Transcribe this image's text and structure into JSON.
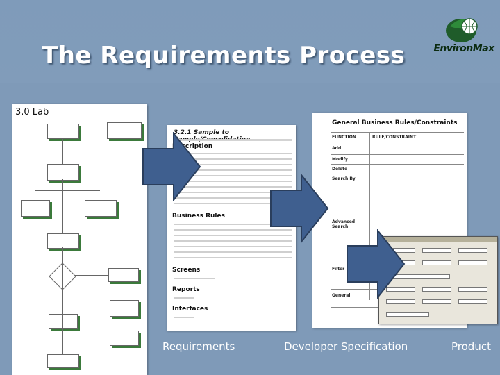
{
  "slide": {
    "title": "The Requirements Process",
    "logo_text": "EnvironMax"
  },
  "flowchart": {
    "title": "3.0 Lab"
  },
  "spec_document": {
    "heading": "3.2.1 Sample to Sample/Consolidation",
    "sections": [
      "Description",
      "Business Rules",
      "Screens",
      "Reports",
      "Interfaces"
    ]
  },
  "rules_document": {
    "title": "General Business Rules/Constraints",
    "columns": [
      "FUNCTION",
      "RULE/CONSTRAINT"
    ],
    "rows": [
      "Add",
      "Modify",
      "Delete",
      "Search By",
      "Advanced Search",
      "Filter",
      "General"
    ]
  },
  "captions": {
    "requirements": "Requirements",
    "developer_spec": "Developer Specification",
    "product": "Product"
  },
  "colors": {
    "background": "#7f9ab8",
    "arrow_fill": "#3f5f8f",
    "caption": "#ffffff"
  }
}
